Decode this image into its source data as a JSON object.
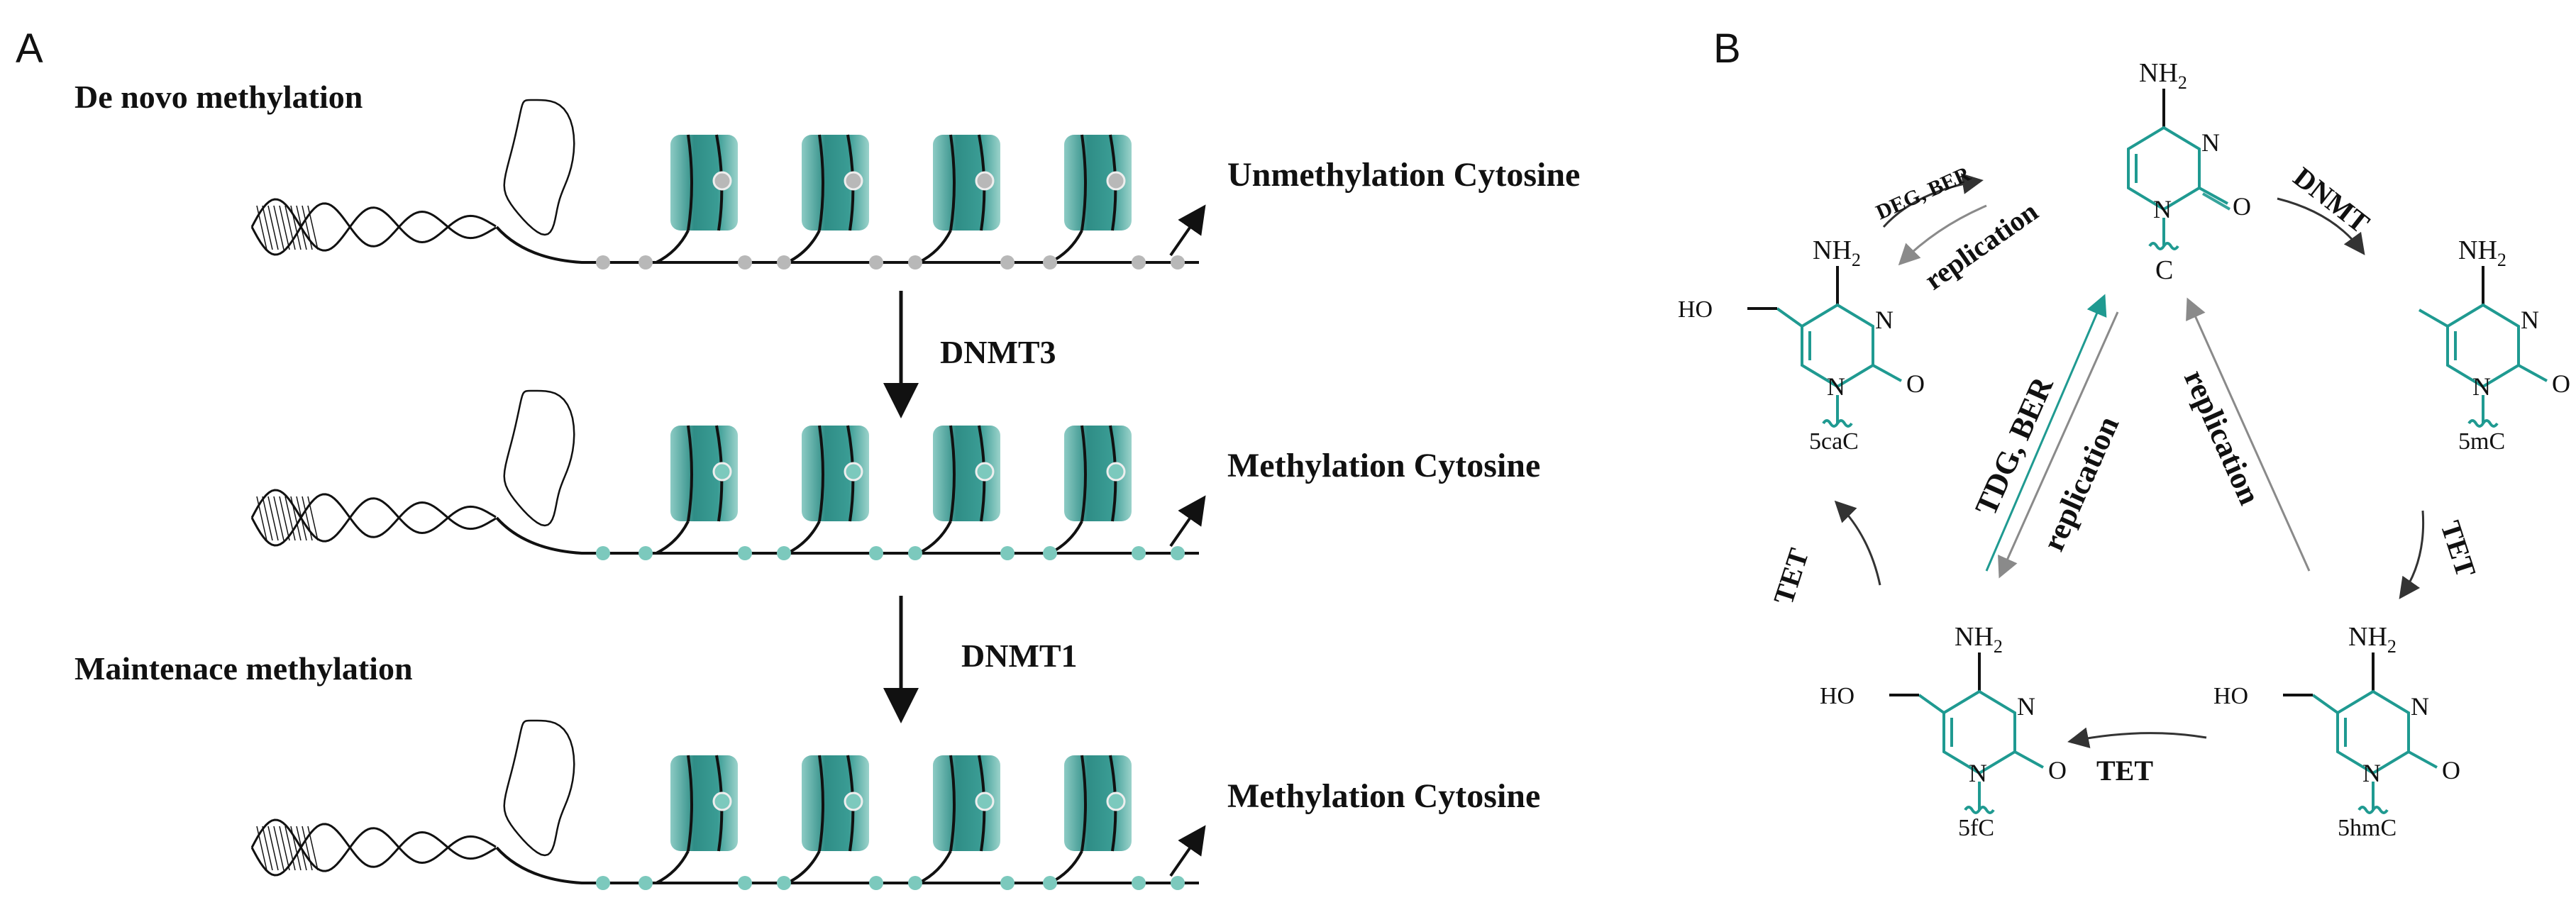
{
  "colors": {
    "teal": "#1f9a91",
    "nucleosome": "#2f8d86",
    "nucleosome_light": "#8ccbc4",
    "unmethyl_dot": "#b8b8b8",
    "methyl_dot": "#7cc9bd",
    "grey_arrow": "#8a8a8a",
    "dark_arrow": "#333333"
  },
  "panel_a": {
    "label": "A",
    "de_novo_title": "De novo methylation",
    "maintenance_title": "Maintenace methylation",
    "rows": [
      {
        "label": "Unmethylation Cytosine",
        "state": "unmethylated"
      },
      {
        "label": "Methylation Cytosine",
        "state": "methylated"
      },
      {
        "label": "Methylation Cytosine",
        "state": "methylated"
      }
    ],
    "enzyme_1": "DNMT3",
    "enzyme_2": "DNMT1"
  },
  "panel_b": {
    "label": "B",
    "molecules": {
      "c": {
        "name": "C"
      },
      "mc5": {
        "name": "5mC"
      },
      "hmc5": {
        "name": "5hmC"
      },
      "fc5": {
        "name": "5fC"
      },
      "cac5": {
        "name": "5caC"
      }
    },
    "atoms": {
      "nh2": "NH",
      "nh2_sub": "2",
      "n": "N",
      "o": "O",
      "ho": "HO"
    },
    "arrow_labels": {
      "deg_ber": "DEG, BER",
      "replication": "replication",
      "dnmt": "DNMT",
      "tet": "TET",
      "tdg_ber": "TDG, BER"
    }
  }
}
